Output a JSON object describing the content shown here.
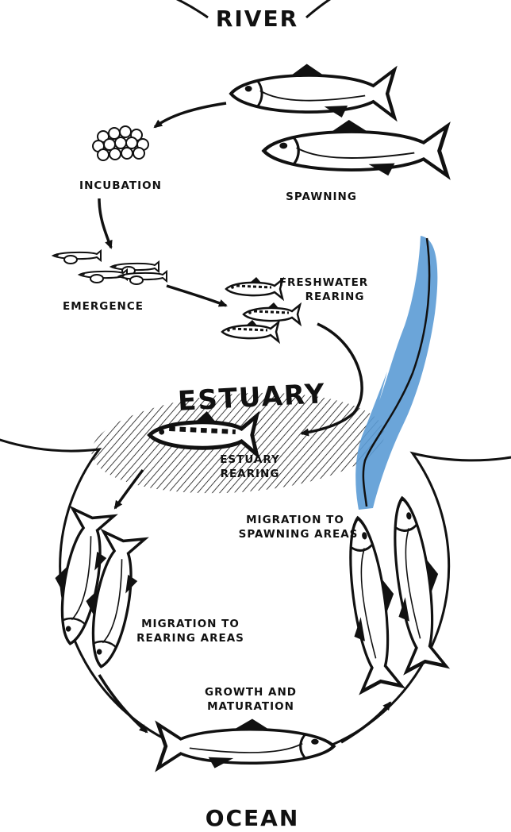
{
  "regions": {
    "river": "RIVER",
    "estuary": "ESTUARY",
    "ocean": "OCEAN"
  },
  "stages": {
    "spawning": "SPAWNING",
    "incubation": "INCUBATION",
    "emergence": "EMERGENCE",
    "freshwater_rearing": [
      "FRESHWATER",
      "REARING"
    ],
    "estuary_rearing": [
      "ESTUARY",
      "REARING"
    ],
    "migration_rearing": [
      "MIGRATION TO",
      "REARING AREAS"
    ],
    "growth_maturation": [
      "GROWTH AND",
      "MATURATION"
    ],
    "migration_spawning": [
      "MIGRATION TO",
      "SPAWNING AREAS"
    ]
  },
  "colors": {
    "ink": "#111111",
    "highlight_stream": "#5b9bd5",
    "background": "#ffffff"
  }
}
